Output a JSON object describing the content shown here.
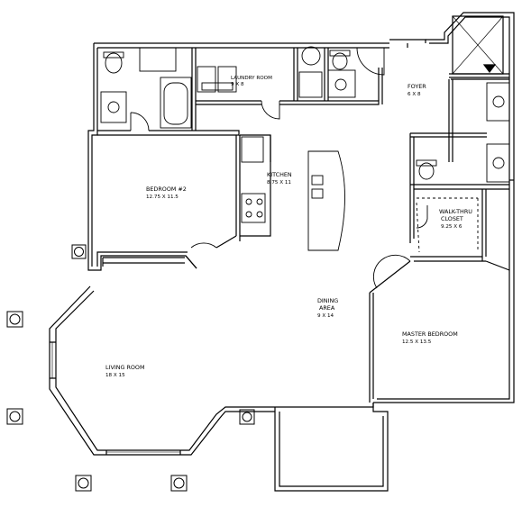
{
  "rooms": {
    "laundry": {
      "name": "LAUNDRY ROOM",
      "dims": "9 X 8"
    },
    "foyer": {
      "name": "FOYER",
      "dims": "6 X 8"
    },
    "bedroom2": {
      "name": "BEDROOM #2",
      "dims": "12.75 X 11.5"
    },
    "kitchen": {
      "name": "KITCHEN",
      "dims": "8.75 X 11"
    },
    "closet": {
      "name_line1": "WALK-THRU",
      "name_line2": "CLOSET",
      "dims": "9.25 X 6"
    },
    "dining": {
      "name_line1": "DINING",
      "name_line2": "AREA",
      "dims": "9 X 14"
    },
    "master": {
      "name": "MASTER BEDROOM",
      "dims": "12.5 X 13.5"
    },
    "living": {
      "name": "LIVING ROOM",
      "dims": "18 X 15"
    }
  }
}
